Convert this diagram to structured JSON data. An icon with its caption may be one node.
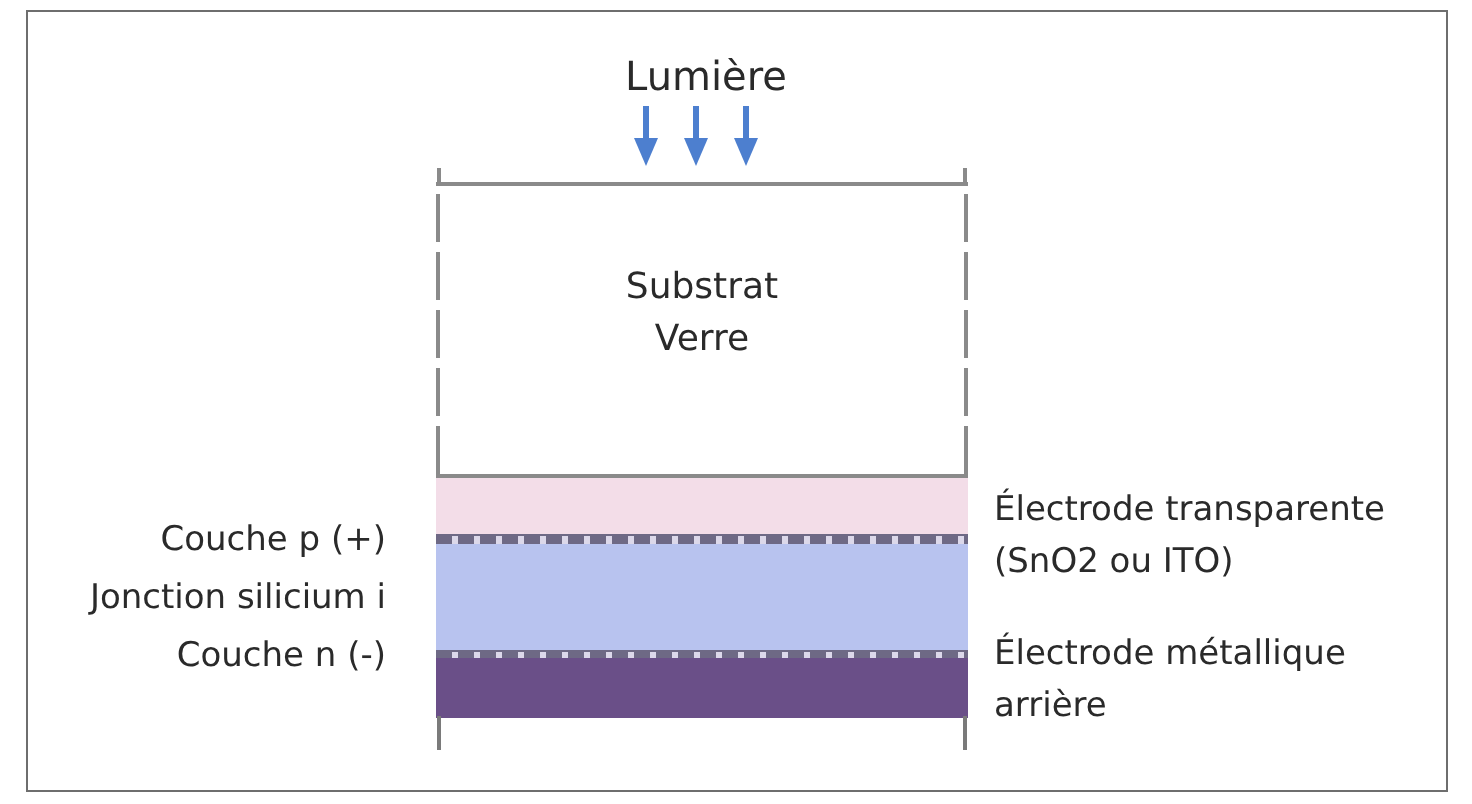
{
  "diagram": {
    "nodes": [
      {
        "text": [
          "Substrat Verre"
        ]
      },
      {
        "text": [],
        "shape": "bar",
        "beside": [
          "Électrode transparente (SnO2 ou ITO)"
        ]
      },
      {
        "text": [],
        "shape": "bar",
        "beside": [
          "Couche p (+)"
        ]
      },
      {
        "text": [],
        "shape": "bar",
        "beside": [
          "Jonction silicium i"
        ]
      },
      {
        "text": [],
        "shape": "bar",
        "beside": [
          "Couche n (-)"
        ]
      },
      {
        "text": [],
        "shape": "bar",
        "beside": [
          "Électrode métallique arrière"
        ]
      }
    ],
    "labels": [
      "Lumière"
    ]
  }
}
